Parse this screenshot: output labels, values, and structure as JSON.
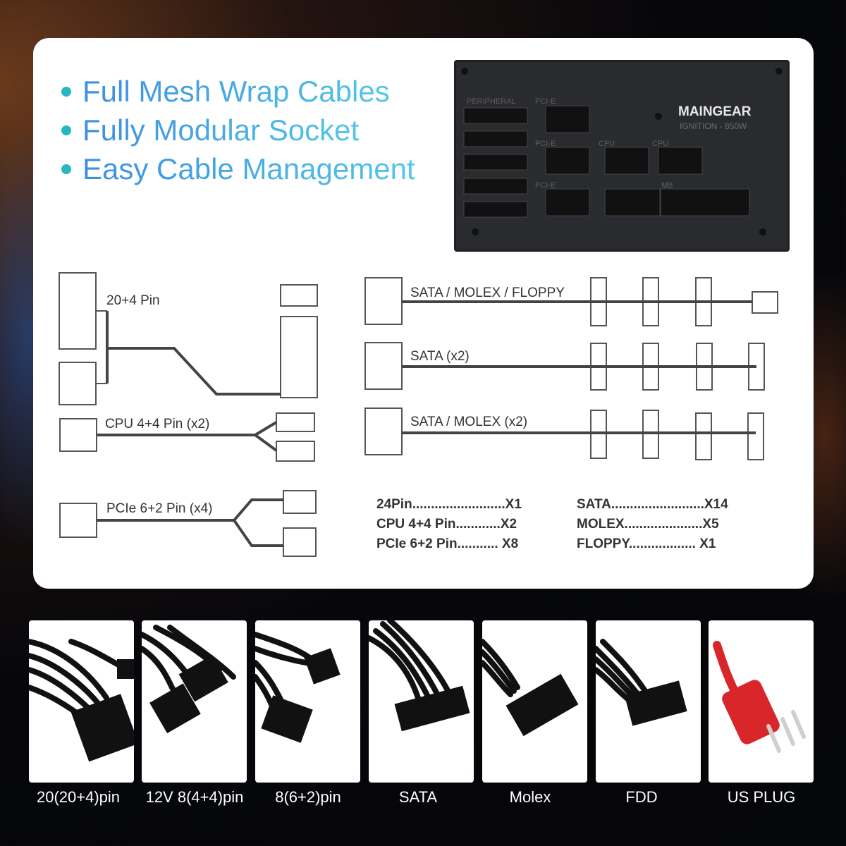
{
  "features": [
    "Full Mesh Wrap Cables",
    "Fully Modular Socket",
    "Easy Cable Management"
  ],
  "psu": {
    "brand": "MAINGEAR",
    "model": "IGNITION - 850W",
    "port_labels": [
      "PERIPHERAL",
      "PCI-E",
      "PCI-E",
      "PCI-E",
      "CPU",
      "CPU",
      "MB"
    ]
  },
  "cables": {
    "atx": "20+4 Pin",
    "cpu": "CPU 4+4 Pin (x2)",
    "pcie": "PCIe 6+2 Pin (x4)",
    "sata_molex_floppy": "SATA / MOLEX / FLOPPY",
    "sata2": "SATA (x2)",
    "sata_molex2": "SATA / MOLEX (x2)"
  },
  "summary": {
    "left": [
      "24Pin.........................X1",
      "CPU 4+4 Pin............X2",
      "PCIe 6+2 Pin........... X8"
    ],
    "right": [
      "SATA.........................X14",
      "MOLEX.....................X5",
      "FLOPPY.................. X1"
    ]
  },
  "connectors": [
    {
      "label": "20(20+4)pin",
      "icon": "atx-24pin-connector-icon"
    },
    {
      "label": "12V 8(4+4)pin",
      "icon": "cpu-8pin-connector-icon"
    },
    {
      "label": "8(6+2)pin",
      "icon": "pcie-8pin-connector-icon"
    },
    {
      "label": "SATA",
      "icon": "sata-connector-icon"
    },
    {
      "label": "Molex",
      "icon": "molex-connector-icon"
    },
    {
      "label": "FDD",
      "icon": "fdd-connector-icon"
    },
    {
      "label": "US PLUG",
      "icon": "us-plug-icon"
    }
  ],
  "colors": {
    "accent_cyan": "#27b6c4",
    "accent_blue": "#3f8ee0",
    "plug_red": "#d9262a"
  }
}
